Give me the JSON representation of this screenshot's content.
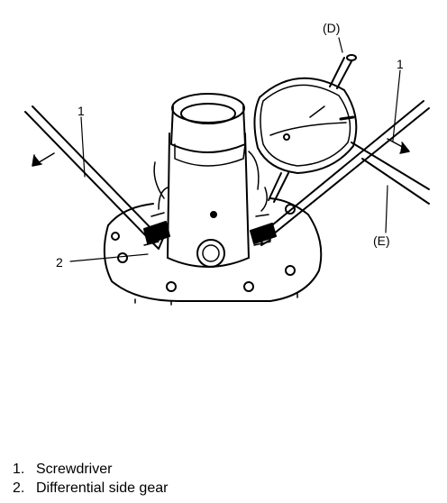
{
  "figure": {
    "callouts": {
      "screwdriver_left": "1",
      "screwdriver_right": "1",
      "side_gear": "2",
      "dial_gauge": "(D)",
      "attachment": "(E)"
    }
  },
  "legend": [
    {
      "number": "1.",
      "text": "Screwdriver"
    },
    {
      "number": "2.",
      "text": "Differential side gear"
    }
  ]
}
